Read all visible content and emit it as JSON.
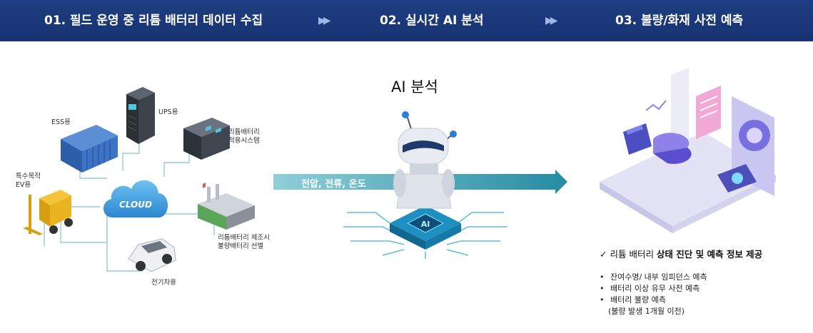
{
  "header": {
    "step1": "01. 필드 운영 중 리튬  배터리 데이터 수집",
    "step2": "02. 실시간 AI 분석",
    "step3": "03.  불량/화재 사전 예측",
    "arrow": "▶▶"
  },
  "left": {
    "ess": "ESS용",
    "ups": "UPS용",
    "lithium_system": [
      "리튬배터리",
      "적용시스템"
    ],
    "special_ev": [
      "특수목적",
      "EV용"
    ],
    "cloud": "CLOUD",
    "factory": [
      "리튬배터리 제조시",
      "불량배터리 선별"
    ],
    "ev": "전기차용"
  },
  "middle": {
    "title": "AI 분석",
    "flow": "전압, 전류, 온도",
    "chip": "AI"
  },
  "right": {
    "check": "✓",
    "summary_prefix": "리튬 배터리 ",
    "summary_bold": "상태 진단 및 예측 정보 제공",
    "bullet": "•",
    "items": [
      "잔여수명/ 내부 임피던스 예측",
      "배터리 이상 유무 사전 예측",
      "배터리 불량 예측"
    ],
    "note": "(불량 발생 1개월 이전)"
  },
  "colors": {
    "header": "#1b3a7a",
    "teal": "#3c9fb3",
    "cloud": "#3aa1df"
  }
}
